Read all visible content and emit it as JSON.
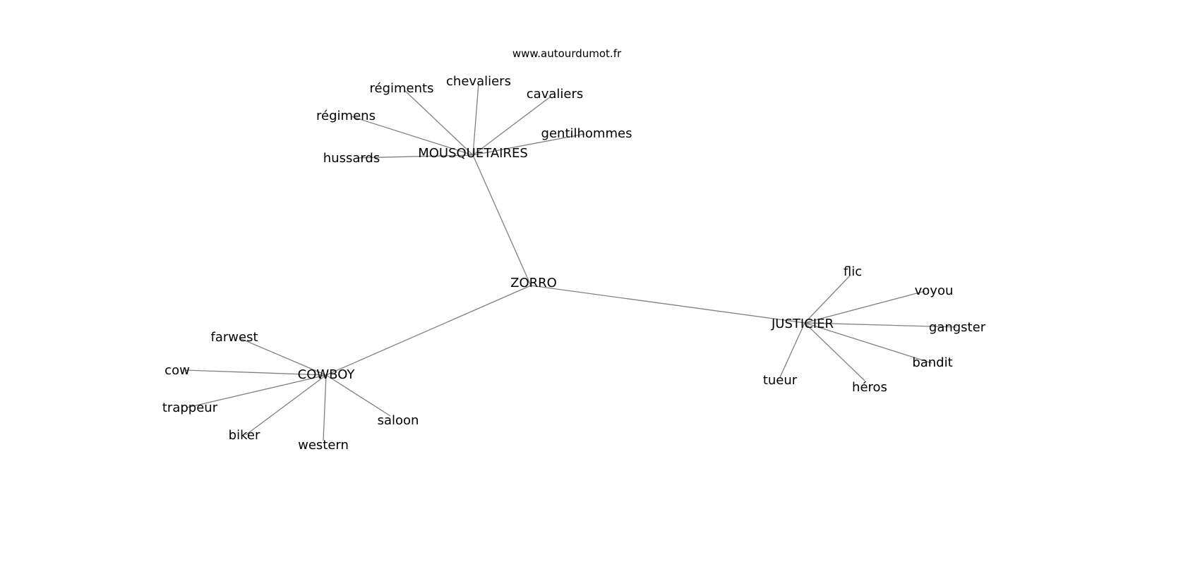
{
  "watermark": "www.autourdumot.fr",
  "graph": {
    "center": "ZORRO",
    "hubs": [
      {
        "id": "MOUSQUETAIRES",
        "label": "MOUSQUETAIRES",
        "leaves": [
          "régiments",
          "chevaliers",
          "cavaliers",
          "gentilhommes",
          "régimens",
          "hussards"
        ]
      },
      {
        "id": "JUSTICIER",
        "label": "JUSTICIER",
        "leaves": [
          "flic",
          "voyou",
          "gangster",
          "bandit",
          "héros",
          "tueur"
        ]
      },
      {
        "id": "COWBOY",
        "label": "COWBOY",
        "leaves": [
          "farwest",
          "cow",
          "trappeur",
          "biker",
          "western",
          "saloon"
        ]
      }
    ]
  }
}
